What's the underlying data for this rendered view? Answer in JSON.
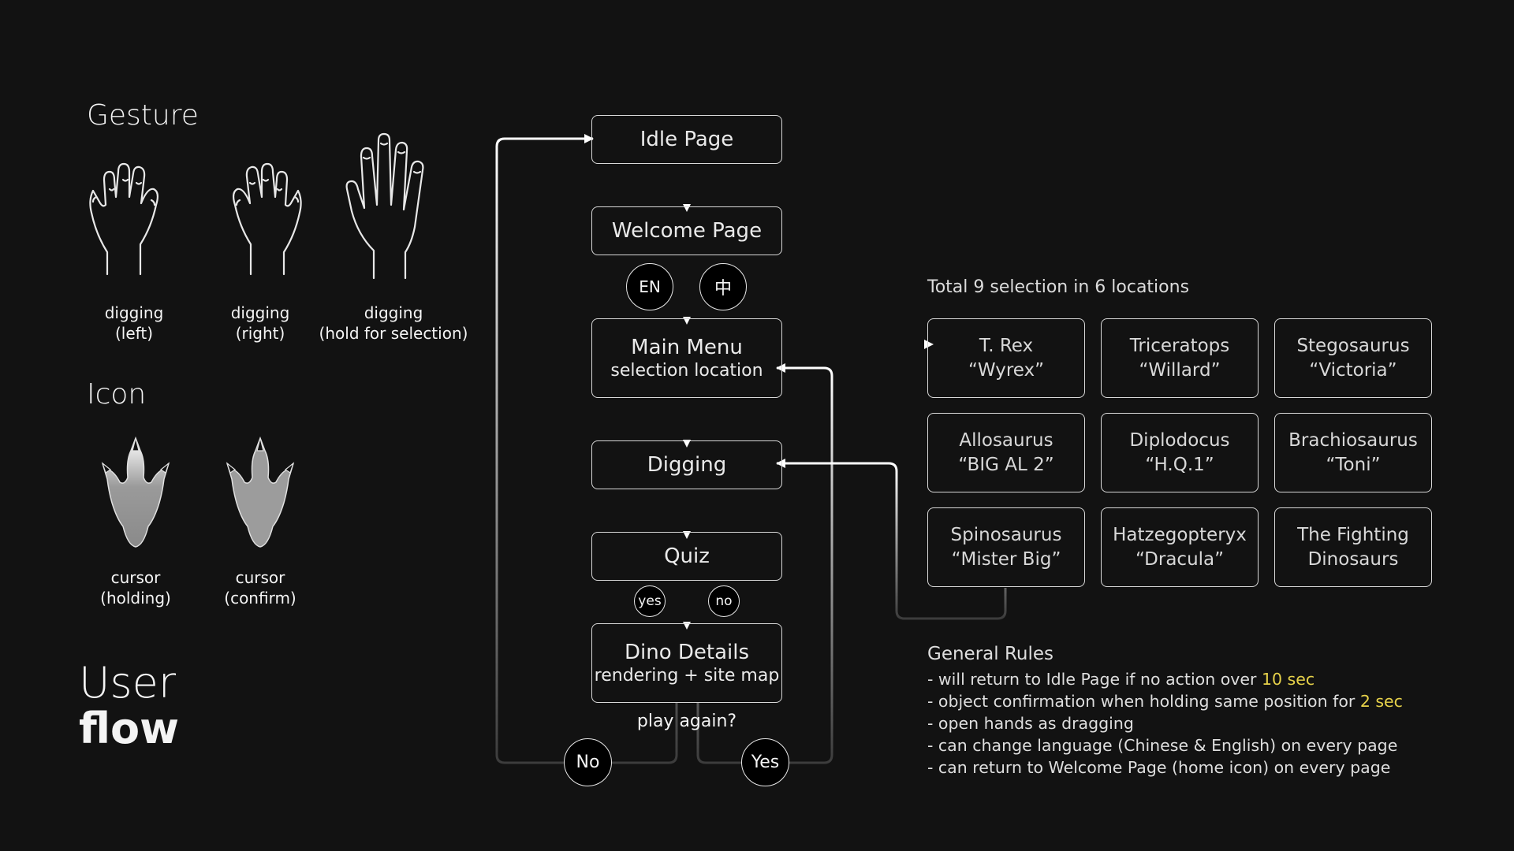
{
  "sections": {
    "gesture_title": "Gesture",
    "icon_title": "Icon"
  },
  "gestures": [
    {
      "line1": "digging",
      "line2": "(left)"
    },
    {
      "line1": "digging",
      "line2": "(right)"
    },
    {
      "line1": "digging",
      "line2": "(hold for selection)"
    }
  ],
  "icons": [
    {
      "line1": "cursor",
      "line2": "(holding)"
    },
    {
      "line1": "cursor",
      "line2": "(confirm)"
    }
  ],
  "page_title": {
    "line1": "User",
    "line2": "flow"
  },
  "flow": {
    "idle": "Idle Page",
    "welcome": "Welcome Page",
    "lang_en": "EN",
    "lang_zh": "中",
    "main_menu": "Main Menu",
    "main_menu_sub": "selection location",
    "digging": "Digging",
    "quiz": "Quiz",
    "quiz_yes": "yes",
    "quiz_no": "no",
    "dino_details": "Dino Details",
    "dino_details_sub": "rendering + site map",
    "play_again": "play again?",
    "no": "No",
    "yes": "Yes"
  },
  "selections": {
    "title": "Total 9 selection in 6 locations",
    "items": [
      {
        "line1": "T. Rex",
        "line2": "“Wyrex”"
      },
      {
        "line1": "Triceratops",
        "line2": "“Willard”"
      },
      {
        "line1": "Stegosaurus",
        "line2": "“Victoria”"
      },
      {
        "line1": "Allosaurus",
        "line2": "“BIG AL 2”"
      },
      {
        "line1": "Diplodocus",
        "line2": "“H.Q.1”"
      },
      {
        "line1": "Brachiosaurus",
        "line2": "“Toni”"
      },
      {
        "line1": "Spinosaurus",
        "line2": "“Mister Big”"
      },
      {
        "line1": "Hatzegopteryx",
        "line2": "“Dracula”"
      },
      {
        "line1": "The Fighting",
        "line2": "Dinosaurs"
      }
    ]
  },
  "rules": {
    "title": "General Rules",
    "r1_pre": "- will return to Idle Page if no action over ",
    "r1_hl": "10 sec",
    "r2_pre": "- object confirmation when holding same position for ",
    "r2_hl": "2 sec",
    "r3": "- open hands as dragging",
    "r4": "- can change language (Chinese & English) on every page",
    "r5": "- can return to Welcome Page (home icon) on every page"
  },
  "colors": {
    "background": "#121212",
    "highlight": "#e7d24a",
    "line": "#ffffff"
  }
}
